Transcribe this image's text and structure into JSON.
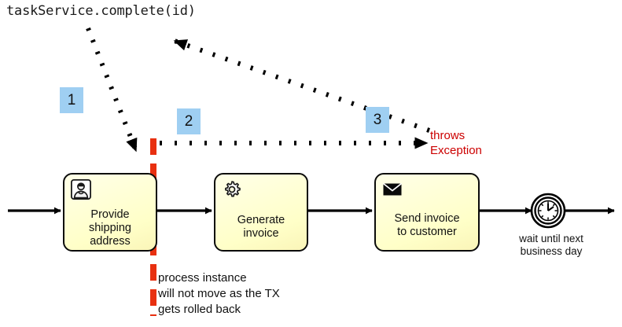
{
  "diagram": {
    "title_code": "taskService.complete(id)",
    "colors": {
      "task_fill": "#FFFFCC",
      "task_stroke": "#000000",
      "badge_fill": "#9FCFF2",
      "exception_text": "#CC0000",
      "rollback_line": "#E83010",
      "flow_stroke": "#000000"
    },
    "step_badges": [
      {
        "label": "1",
        "name": "step-badge-1"
      },
      {
        "label": "2",
        "name": "step-badge-2"
      },
      {
        "label": "3",
        "name": "step-badge-3"
      }
    ],
    "tasks": [
      {
        "id": "provide-shipping-address",
        "label": "Provide\nshipping\naddress",
        "icon": "user-icon",
        "type": "user-task"
      },
      {
        "id": "generate-invoice",
        "label": "Generate\ninvoice",
        "icon": "gear-icon",
        "type": "service-task"
      },
      {
        "id": "send-invoice-to-customer",
        "label": "Send invoice\nto customer",
        "icon": "envelope-icon",
        "type": "send-task"
      }
    ],
    "timer_event": {
      "icon": "clock-icon",
      "label": "wait until next\nbusiness day"
    },
    "annotations": {
      "exception": "throws\nException",
      "rollback_note": "process instance\nwill not move as the TX\ngets rolled back"
    }
  }
}
